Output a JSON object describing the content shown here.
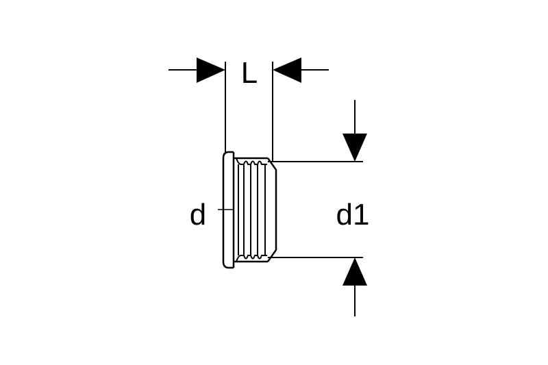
{
  "labels": {
    "length": "L",
    "diameter": "d",
    "diameter_inner": "d1"
  },
  "colors": {
    "line": "#000000",
    "background": "#ffffff"
  }
}
